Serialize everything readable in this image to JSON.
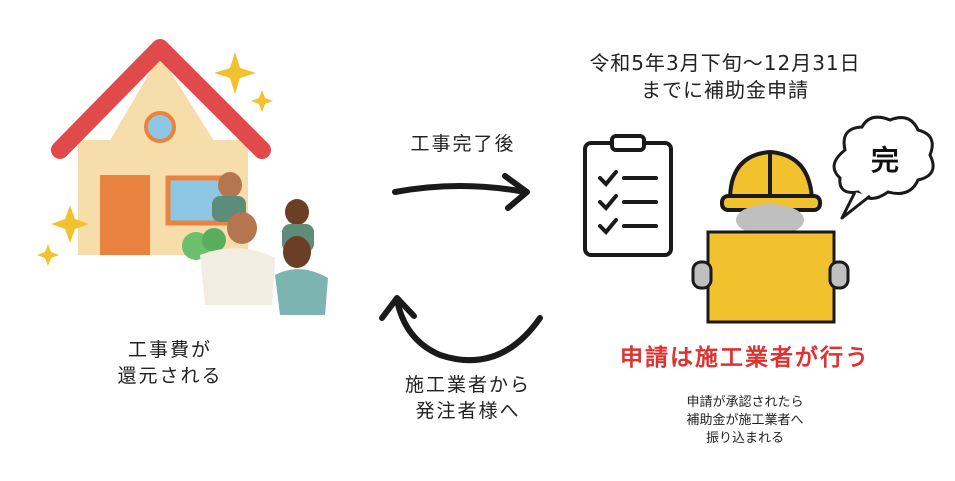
{
  "period": {
    "line1": "令和5年3月下旬〜12月31日",
    "line2": "までに補助金申請"
  },
  "after_construction": "工事完了後",
  "refund": {
    "line1": "工事費が",
    "line2": "還元される"
  },
  "contractor_to_client": {
    "line1": "施工業者から",
    "line2": "発注者様へ"
  },
  "applicant": "申請は施工業者が行う",
  "approval": {
    "line1": "申請が承認されたら",
    "line2": "補助金が施工業者へ",
    "line3": "振り込まれる"
  },
  "bubble_char": "完",
  "colors": {
    "accent_red": "#e03131",
    "roof": "#e04a4a",
    "house_wall": "#f6dda9",
    "door": "#e9833f",
    "helmet": "#f2c12e",
    "sparkle": "#f2c12e"
  },
  "icons": [
    "house-family-illustration",
    "clipboard-checklist-icon",
    "worker-helmet-icon",
    "speech-bubble-icon",
    "right-arrow-icon",
    "return-arrow-icon",
    "sparkle-icon"
  ]
}
